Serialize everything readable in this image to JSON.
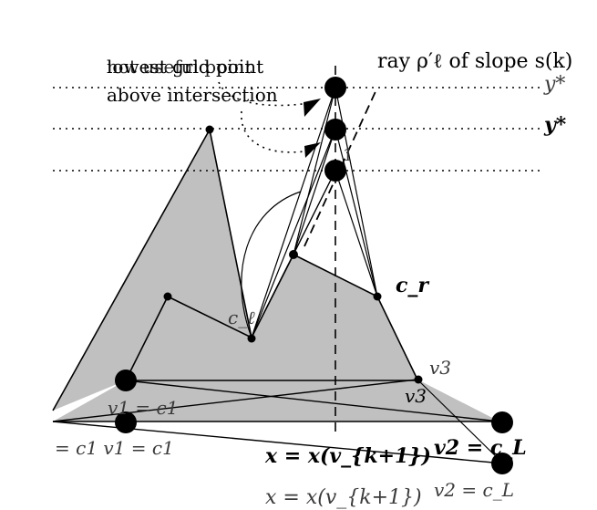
{
  "labels": {
    "lowest_grid_point": "lowest grid point",
    "above_intersection": "above intersection",
    "not_useful": "not useful point",
    "ray": "ray ρ′ℓ of slope s(k)",
    "y_star": "y*",
    "y_star_grey": "y*",
    "c_r": "c_r",
    "c_l": "c_ℓ",
    "v3": "v3",
    "v3_bold": "v3",
    "v1_c1": "v1 = c1",
    "v1_c1_lower": "= c1 v1 = c1",
    "x_eq": "x = x(v_{k+1})",
    "x_eq_grey": "x = x(v_{k+1})",
    "v2_cL": "v2 = c_L",
    "v2_cL_grey": "v2 = c_L",
    "subscript_1": "1"
  },
  "colors": {
    "polygon_fill": "#c0c0c0",
    "stroke": "#000000",
    "grey_text": "#3a3a3a"
  }
}
